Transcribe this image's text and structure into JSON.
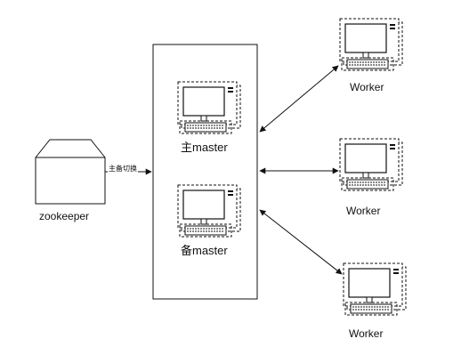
{
  "nodes": {
    "zookeeper": {
      "label": "zookeeper"
    },
    "master_active": {
      "label": "主master"
    },
    "master_standby": {
      "label": "备master"
    },
    "workers": [
      {
        "label": "Worker"
      },
      {
        "label": "Worker"
      },
      {
        "label": "Worker"
      }
    ]
  },
  "edges": {
    "failover": {
      "label": "主备切换"
    }
  },
  "icons": {
    "node_icon": "computer-icon",
    "zookeeper_icon": "storage-box-icon"
  },
  "colors": {
    "stroke": "#111111",
    "background": "#ffffff"
  }
}
